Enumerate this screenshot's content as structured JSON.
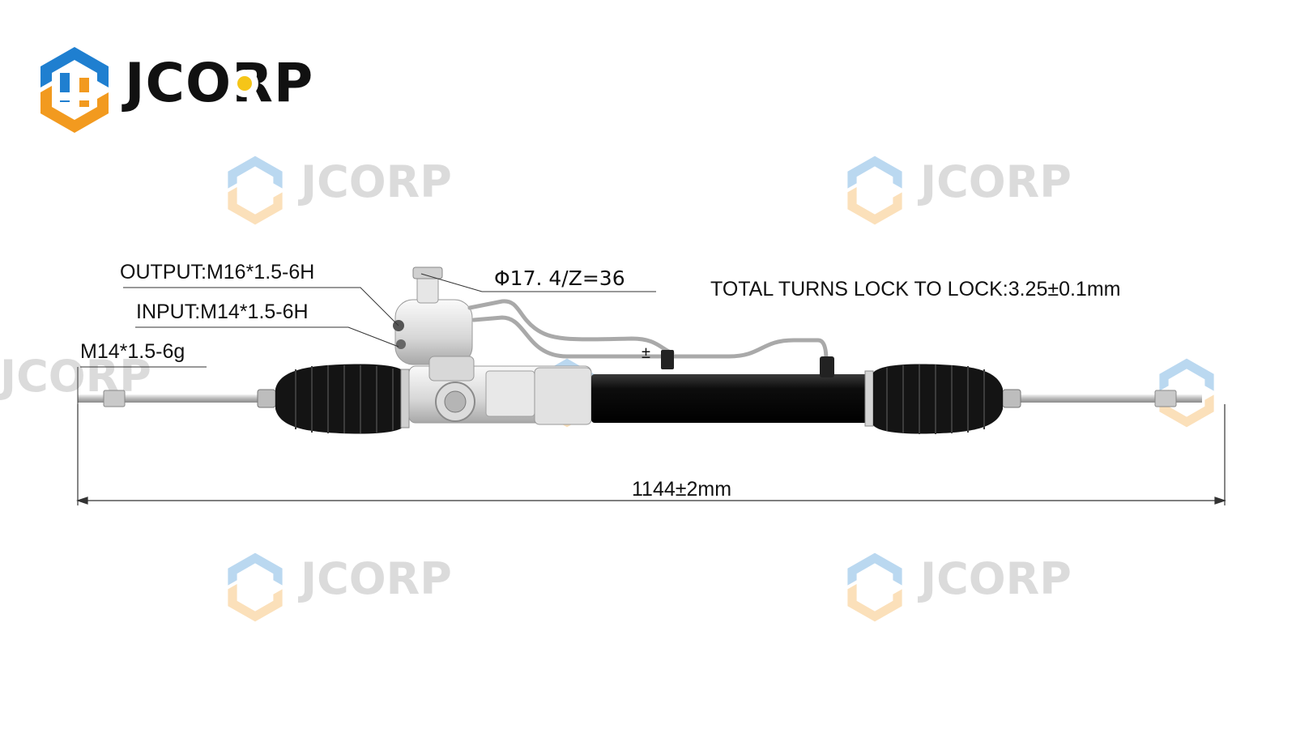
{
  "brand": {
    "name": "JCORP",
    "colors": {
      "blue": "#1f7fd0",
      "orange": "#f29a1f",
      "yellow": "#f5c518",
      "text": "#111111"
    }
  },
  "watermark": {
    "text": "JCORP"
  },
  "specs": {
    "output": "OUTPUT:M16*1.5-6H",
    "input": "INPUT:M14*1.5-6H",
    "tie_rod_thread": "M14*1.5-6g",
    "pinion": "Φ17. 4/Z=36",
    "turns": "TOTAL TURNS LOCK TO LOCK:3.25±0.1mm",
    "length": "1144±2mm",
    "pm_mark": "±"
  },
  "icons": [
    "jcorp-logo-icon",
    "dimension-arrow-icon"
  ]
}
